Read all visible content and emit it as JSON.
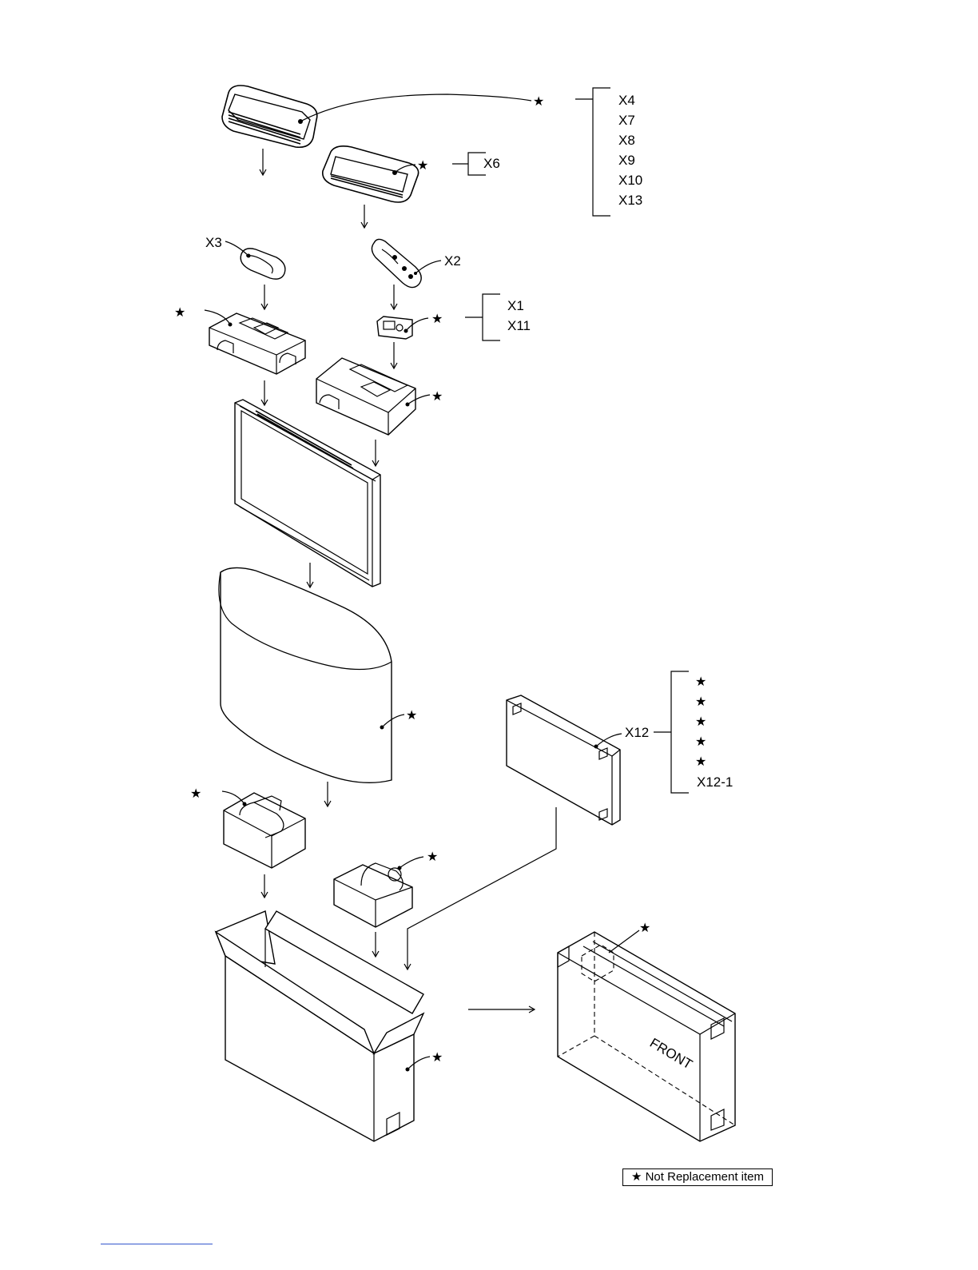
{
  "star": "★",
  "labels": {
    "x1": "X1",
    "x2": "X2",
    "x3": "X3",
    "x4": "X4",
    "x6": "X6",
    "x7": "X7",
    "x8": "X8",
    "x9": "X9",
    "x10": "X10",
    "x11": "X11",
    "x12": "X12",
    "x12_1": "X12-1",
    "x13": "X13"
  },
  "front_mark": "FRONT",
  "legend": "★ Not Replacement item"
}
